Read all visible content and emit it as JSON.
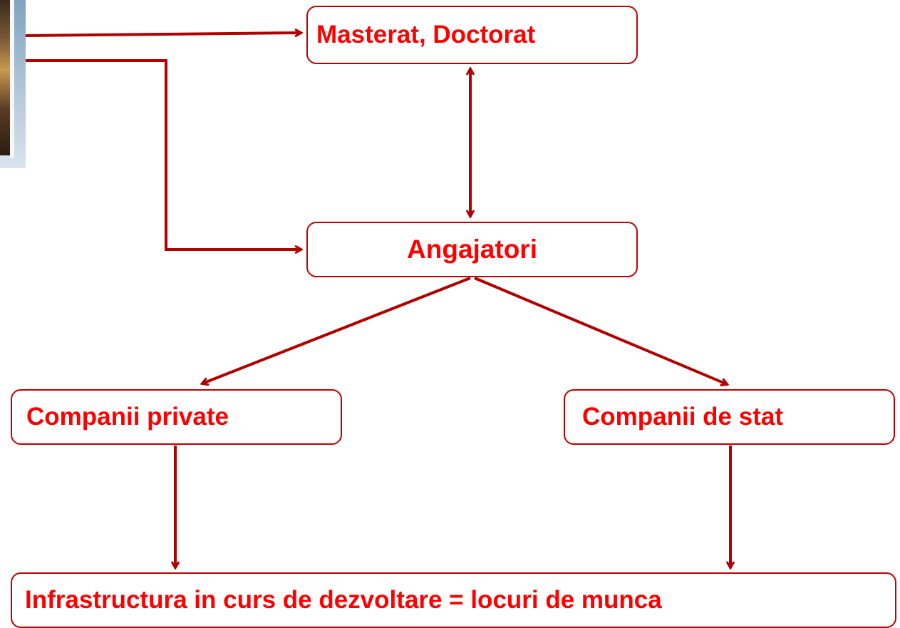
{
  "nodes": {
    "masterat": {
      "label": "Masterat, Doctorat"
    },
    "angajatori": {
      "label": "Angajatori"
    },
    "companii_private": {
      "label": "Companii private"
    },
    "companii_stat": {
      "label": "Companii de stat"
    },
    "infrastructura": {
      "label": "Infrastructura in curs de dezvoltare = locuri de munca"
    }
  },
  "colors": {
    "arrow": "#b00000",
    "text": "#ff0000",
    "border": "#c00000"
  }
}
